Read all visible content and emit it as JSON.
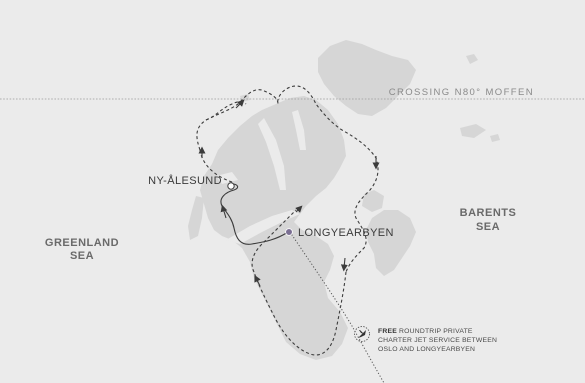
{
  "map": {
    "crossing_label": "CROSSING N80° MOFFEN",
    "places": {
      "ny_alesund": "NY-ÅLESUND",
      "longyearbyen": "LONGYEARBYEN"
    },
    "seas": {
      "greenland_line1": "GREENLAND",
      "greenland_line2": "SEA",
      "barents_line1": "BARENTS",
      "barents_line2": "SEA"
    },
    "charter_note": {
      "bold": "FREE",
      "line1_rest": " ROUNDTRIP PRIVATE",
      "line2": "CHARTER JET SERVICE BETWEEN",
      "line3": "OSLO AND LONGYEARBYEN"
    },
    "colors": {
      "background": "#ebebeb",
      "land": "#d6d6d6",
      "route": "#3c3c3c",
      "longyearbyen_marker": "#7b6f93"
    },
    "icons": [
      "airplane-icon",
      "arrow-icon",
      "location-dot-icon"
    ]
  }
}
